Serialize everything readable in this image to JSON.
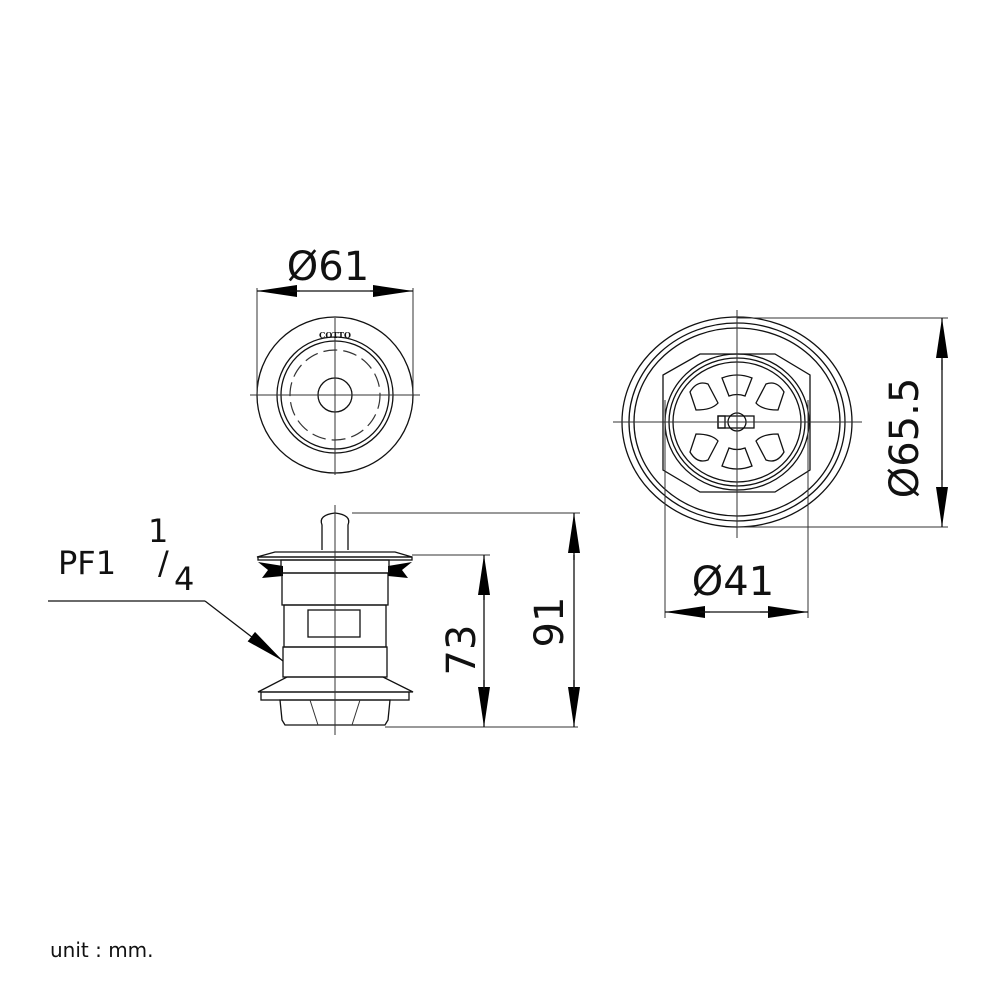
{
  "drawing": {
    "top_view": {
      "dimension": "Ø61",
      "logo": "COTTO"
    },
    "side_view": {
      "thread_label": {
        "main": "PF1",
        "numerator": "1",
        "slash": "/",
        "denominator": "4"
      },
      "height_inner": "73",
      "height_total": "91"
    },
    "bottom_view": {
      "outer_dimension": "Ø65.5",
      "inner_dimension": "Ø41"
    },
    "unit_note": "unit : mm."
  }
}
